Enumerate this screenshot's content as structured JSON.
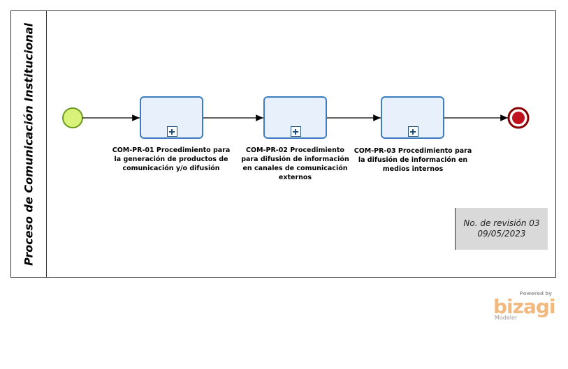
{
  "pool": {
    "title": "Proceso de Comunicación Institucional"
  },
  "tasks": [
    {
      "label": "COM-PR-01 Procedimiento para la generación de productos de comunicación y/o difusión"
    },
    {
      "label": "COM-PR-02 Procedimiento para difusión de información en canales de comunicación externos"
    },
    {
      "label": "COM-PR-03 Procedimiento para la difusión de información en medios internos"
    }
  ],
  "note": {
    "line1": "No. de revisión 03",
    "line2": "09/05/2023"
  },
  "branding": {
    "powered_by": "Powered by",
    "name": "bizagi",
    "product": "Modeler"
  },
  "colors": {
    "start_event": "#d9f27a",
    "end_event": "#c0111f",
    "task_fill": "#e8f0fb",
    "task_border": "#3e7cc1",
    "note_fill": "#d9d9d9",
    "brand": "#f2b97e"
  }
}
